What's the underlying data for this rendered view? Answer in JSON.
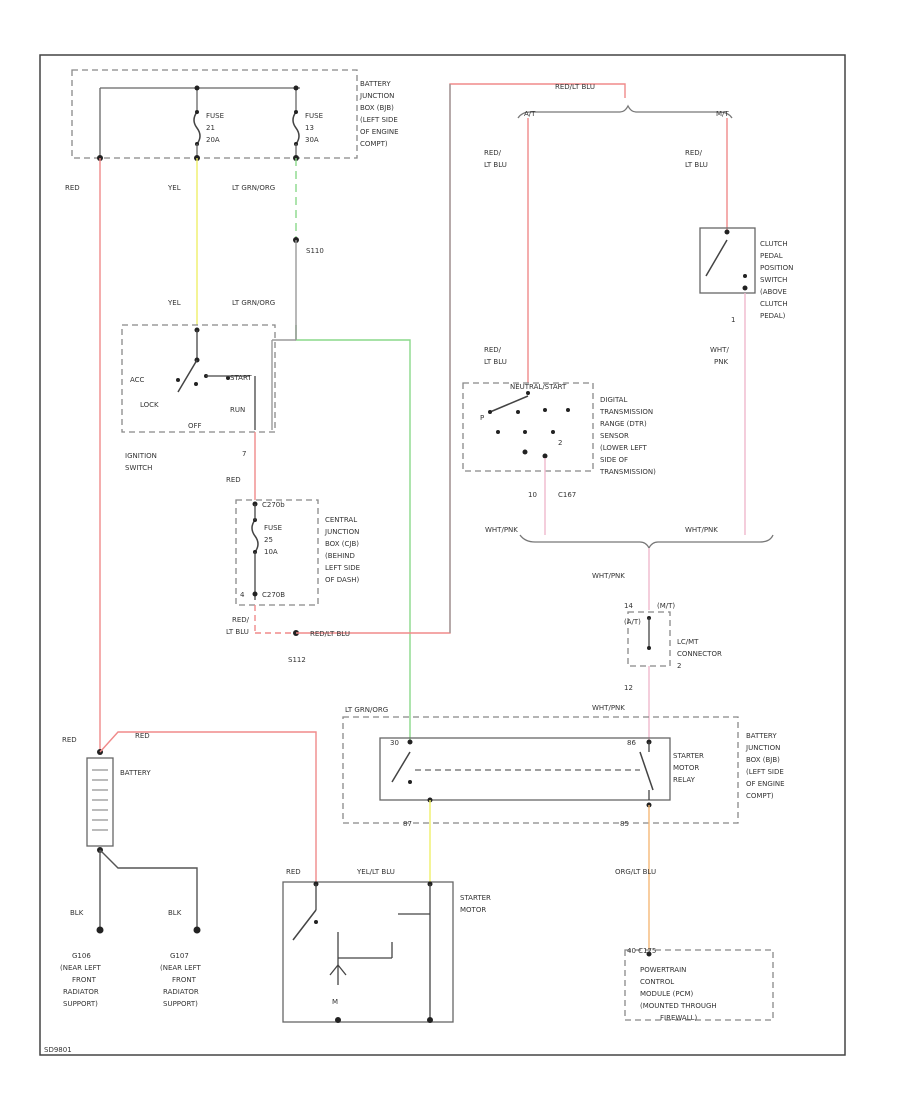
{
  "colors": {
    "red": "#f08a8a",
    "yellow": "#f0f06a",
    "green": "#8ad88a",
    "gray": "#9a9a9a",
    "pink": "#f0b8cc",
    "orange": "#f4b878",
    "dark": "#555555"
  },
  "bjb_top": {
    "label_lines": [
      "BATTERY",
      "JUNCTION",
      "BOX (BJB)",
      "(LEFT SIDE",
      "OF ENGINE",
      "COMPT)"
    ],
    "fuse1": [
      "FUSE",
      "21",
      "20A"
    ],
    "fuse2": [
      "FUSE",
      "13",
      "30A"
    ]
  },
  "wires": {
    "red": "RED",
    "yel": "YEL",
    "lt_grn_lt_org_1": "LT GRN/ORG",
    "lt_grn_lt_org_2": "LT GRN/ORG",
    "lt_grn_lt_org_3": "LT GRN/ORG",
    "red_2": "RED",
    "red_3": "RED",
    "red_lt_blu_top": "RED/LT BLU",
    "red_lt_blu_left": [
      "RED/",
      "LT BLU"
    ],
    "red_lt_blu_right": [
      "RED/",
      "LT BLU"
    ],
    "red_lt_blu_mid": [
      "RED/",
      "LT BLU"
    ],
    "red_lt_blu_bottom": "RED/LT BLU",
    "red_lt_blu_splice": [
      "RED/",
      "LT BLU"
    ],
    "wht_pnk_1": "WHT/PNK",
    "wht_pnk_2": "WHT/PNK",
    "wht_pnk_3": "WHT/PNK",
    "wht_pnk_4": "WHT/PNK",
    "wht_pnk_vert": [
      "WHT/",
      "PNK"
    ],
    "yel_lt_blu": "YEL/LT BLU",
    "org_lt_blu": "ORG/LT BLU",
    "blk_1": "BLK",
    "blk_2": "BLK",
    "red_batt_1": "RED",
    "red_batt_2": "RED"
  },
  "splices": {
    "s110": "S110",
    "s112": "S112"
  },
  "ignition": {
    "label": [
      "IGNITION",
      "SWITCH"
    ],
    "acc": "ACC",
    "lock": "LOCK",
    "start": "START",
    "run": "RUN",
    "off": "OFF",
    "pin": "7"
  },
  "cjb": {
    "conn": "C270b",
    "fuse": [
      "FUSE",
      "25",
      "10A"
    ],
    "bottom_conn": "C270B",
    "pin": "4",
    "label": [
      "CENTRAL",
      "JUNCTION",
      "BOX (CJB)",
      "(BEHIND",
      "LEFT SIDE",
      "OF DASH)"
    ]
  },
  "pins": {
    "top_a": "A/T",
    "top_b": "M/T",
    "p10": "10",
    "c167": "C167",
    "p1": "1",
    "p14": "14",
    "mt": "(M/T)",
    "at": "(A/T)",
    "p12": "12",
    "p87": "87",
    "p86": "86",
    "p30": "30",
    "p85": "85",
    "pcm_conn": "40   C175",
    "pcm_pin": "40"
  },
  "clutch": {
    "label": [
      "CLUTCH",
      "PEDAL",
      "POSITION",
      "SWITCH",
      "(ABOVE",
      "CLUTCH",
      "PEDAL)"
    ]
  },
  "dtr": {
    "top": "NEUTRAL/START",
    "label": [
      "DIGITAL",
      "TRANSMISSION",
      "RANGE (DTR)",
      "SENSOR",
      "(LOWER LEFT",
      "SIDE OF",
      "TRANSMISSION)"
    ]
  },
  "lc_connector": {
    "label": [
      "LC/MT",
      "CONNECTOR",
      "2"
    ]
  },
  "bjb_bottom": {
    "label": [
      "BATTERY",
      "JUNCTION",
      "BOX (BJB)",
      "(LEFT SIDE",
      "OF ENGINE",
      "COMPT)"
    ],
    "relay": [
      "STARTER",
      "MOTOR",
      "RELAY"
    ]
  },
  "battery": {
    "label": "BATTERY"
  },
  "grounds": {
    "g1": [
      "G106",
      "(NEAR LEFT",
      "FRONT",
      "RADIATOR",
      "SUPPORT)"
    ],
    "g2": [
      "G107",
      "(NEAR LEFT",
      "FRONT",
      "RADIATOR",
      "SUPPORT)"
    ]
  },
  "starter": {
    "label": [
      "STARTER",
      "MOTOR"
    ],
    "m": "M"
  },
  "pcm": {
    "label": [
      "POWERTRAIN",
      "CONTROL",
      "MODULE (PCM)",
      "(MOUNTED THROUGH",
      "FIREWALL)"
    ]
  },
  "footer": {
    "id": "SD9801"
  }
}
